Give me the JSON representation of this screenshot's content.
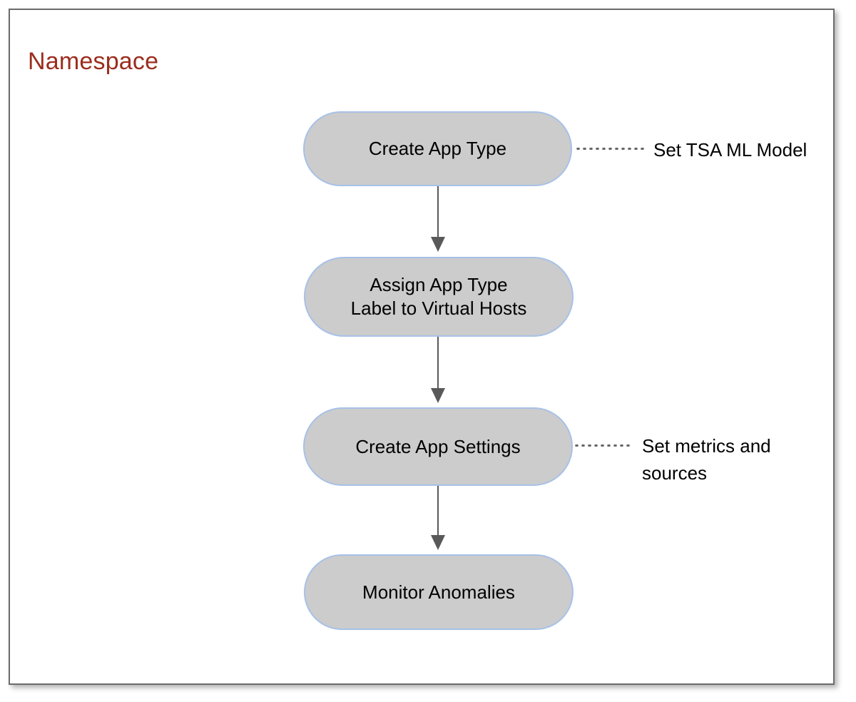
{
  "diagram": {
    "type": "flowchart",
    "orientation": "vertical",
    "group": {
      "title": "Namespace",
      "title_color": "#9c2d1e",
      "border_color": "#6b6b6b",
      "background": "#ffffff"
    },
    "node_style": {
      "fill": "#cccccc",
      "border": "#a7c1e8",
      "text_color": "#000000",
      "shape": "stadium"
    },
    "connector_style": {
      "color": "#595959",
      "arrow": "solid-triangle"
    },
    "leader_style": {
      "color": "#666666",
      "pattern": "dotted"
    },
    "nodes": [
      {
        "id": "node-1",
        "label": "Create App Type"
      },
      {
        "id": "node-2",
        "label": "Assign App Type\nLabel to Virtual Hosts"
      },
      {
        "id": "node-3",
        "label": "Create App Settings"
      },
      {
        "id": "node-4",
        "label": "Monitor Anomalies"
      }
    ],
    "notes": [
      {
        "id": "note-1",
        "attached_to": "node-1",
        "text": "Set TSA ML Model"
      },
      {
        "id": "note-2",
        "attached_to": "node-3",
        "text": "Set metrics and sources"
      }
    ],
    "edges": [
      {
        "id": "connector-1",
        "from": "node-1",
        "to": "node-2"
      },
      {
        "id": "connector-2",
        "from": "node-2",
        "to": "node-3"
      },
      {
        "id": "connector-3",
        "from": "node-3",
        "to": "node-4"
      }
    ]
  }
}
